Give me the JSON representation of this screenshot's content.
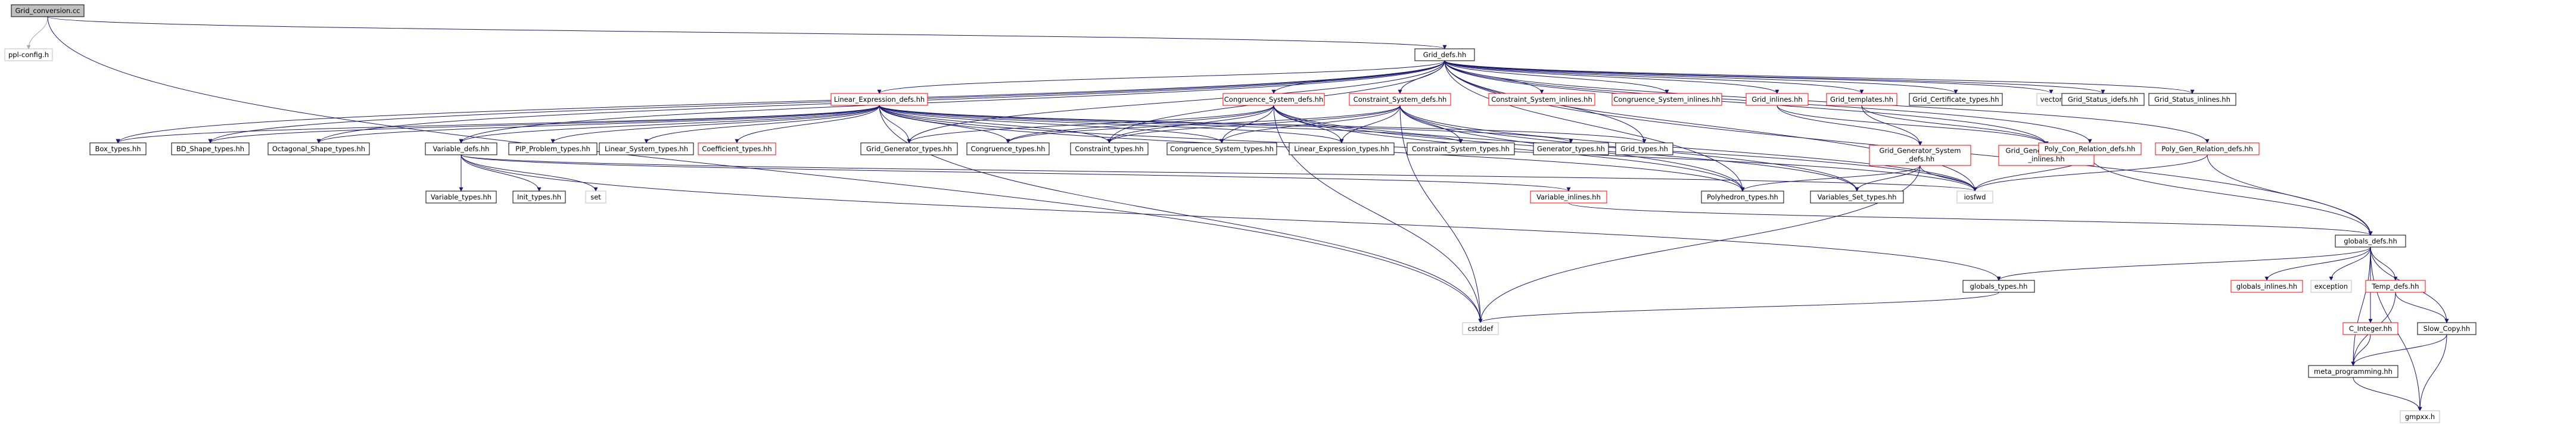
{
  "colors": {
    "edge": "#191970",
    "edge_external": "#aaaaaa",
    "node_border": "#000000",
    "node_link_border": "#ff0000",
    "node_plain_border": "#bfbfbf",
    "root_fill": "#bfbfbf",
    "node_fill": "#ffffff"
  },
  "nodes": [
    {
      "id": "grid_conversion",
      "label": "Grid_conversion.cc",
      "style": "root"
    },
    {
      "id": "ppl_config",
      "label": "ppl-config.h",
      "style": "plain"
    },
    {
      "id": "grid_defs",
      "label": "Grid_defs.hh",
      "style": "normal"
    },
    {
      "id": "linear_expression_defs",
      "label": "Linear_Expression_defs.hh",
      "style": "link"
    },
    {
      "id": "congruence_system_defs",
      "label": "Congruence_System_defs.hh",
      "style": "link"
    },
    {
      "id": "constraint_system_defs",
      "label": "Constraint_System_defs.hh",
      "style": "link"
    },
    {
      "id": "constraint_system_inlines",
      "label": "Constraint_System_inlines.hh",
      "style": "link"
    },
    {
      "id": "congruence_system_inlines",
      "label": "Congruence_System_inlines.hh",
      "style": "link"
    },
    {
      "id": "grid_inlines",
      "label": "Grid_inlines.hh",
      "style": "link"
    },
    {
      "id": "grid_templates",
      "label": "Grid_templates.hh",
      "style": "link"
    },
    {
      "id": "grid_certificate_types",
      "label": "Grid_Certificate_types.hh",
      "style": "normal"
    },
    {
      "id": "vector",
      "label": "vector",
      "style": "plain"
    },
    {
      "id": "grid_status_idefs",
      "label": "Grid_Status_idefs.hh",
      "style": "normal"
    },
    {
      "id": "grid_status_inlines",
      "label": "Grid_Status_inlines.hh",
      "style": "normal"
    },
    {
      "id": "box_types",
      "label": "Box_types.hh",
      "style": "normal"
    },
    {
      "id": "bd_shape_types",
      "label": "BD_Shape_types.hh",
      "style": "normal"
    },
    {
      "id": "octagonal_shape_types",
      "label": "Octagonal_Shape_types.hh",
      "style": "normal"
    },
    {
      "id": "variable_defs",
      "label": "Variable_defs.hh",
      "style": "normal"
    },
    {
      "id": "pip_problem_types",
      "label": "PIP_Problem_types.hh",
      "style": "normal"
    },
    {
      "id": "linear_system_types",
      "label": "Linear_System_types.hh",
      "style": "normal"
    },
    {
      "id": "coefficient_types",
      "label": "Coefficient_types.hh",
      "style": "link"
    },
    {
      "id": "grid_generator_types",
      "label": "Grid_Generator_types.hh",
      "style": "normal"
    },
    {
      "id": "congruence_types",
      "label": "Congruence_types.hh",
      "style": "normal"
    },
    {
      "id": "constraint_types",
      "label": "Constraint_types.hh",
      "style": "normal"
    },
    {
      "id": "congruence_system_types",
      "label": "Congruence_System_types.hh",
      "style": "normal"
    },
    {
      "id": "linear_expression_types",
      "label": "Linear_Expression_types.hh",
      "style": "normal"
    },
    {
      "id": "constraint_system_types",
      "label": "Constraint_System_types.hh",
      "style": "normal"
    },
    {
      "id": "generator_types",
      "label": "Generator_types.hh",
      "style": "normal"
    },
    {
      "id": "grid_types",
      "label": "Grid_types.hh",
      "style": "normal"
    },
    {
      "id": "grid_generator_system_defs",
      "label": "Grid_Generator_System_defs.hh",
      "style": "link"
    },
    {
      "id": "grid_generator_system_inlines",
      "label": "Grid_Generator_System_inlines.hh",
      "style": "link"
    },
    {
      "id": "poly_con_relation_defs",
      "label": "Poly_Con_Relation_defs.hh",
      "style": "link"
    },
    {
      "id": "poly_gen_relation_defs",
      "label": "Poly_Gen_Relation_defs.hh",
      "style": "link"
    },
    {
      "id": "variable_types",
      "label": "Variable_types.hh",
      "style": "normal"
    },
    {
      "id": "init_types",
      "label": "Init_types.hh",
      "style": "normal"
    },
    {
      "id": "set",
      "label": "set",
      "style": "plain"
    },
    {
      "id": "variable_inlines",
      "label": "Variable_inlines.hh",
      "style": "link"
    },
    {
      "id": "polyhedron_types",
      "label": "Polyhedron_types.hh",
      "style": "normal"
    },
    {
      "id": "variables_set_types",
      "label": "Variables_Set_types.hh",
      "style": "normal"
    },
    {
      "id": "iosfwd",
      "label": "iosfwd",
      "style": "plain"
    },
    {
      "id": "globals_defs",
      "label": "globals_defs.hh",
      "style": "normal"
    },
    {
      "id": "globals_inlines",
      "label": "globals_inlines.hh",
      "style": "link"
    },
    {
      "id": "exception",
      "label": "exception",
      "style": "plain"
    },
    {
      "id": "temp_defs",
      "label": "Temp_defs.hh",
      "style": "link"
    },
    {
      "id": "globals_types",
      "label": "globals_types.hh",
      "style": "normal"
    },
    {
      "id": "c_integer",
      "label": "C_Integer.hh",
      "style": "link"
    },
    {
      "id": "slow_copy",
      "label": "Slow_Copy.hh",
      "style": "normal"
    },
    {
      "id": "cstddef",
      "label": "cstddef",
      "style": "plain"
    },
    {
      "id": "meta_programming",
      "label": "meta_programming.hh",
      "style": "normal"
    },
    {
      "id": "gmpxx",
      "label": "gmpxx.h",
      "style": "plain"
    }
  ],
  "edges": [
    [
      "grid_conversion",
      "ppl_config"
    ],
    [
      "grid_conversion",
      "grid_defs"
    ],
    [
      "grid_conversion",
      "cstddef"
    ],
    [
      "grid_defs",
      "linear_expression_defs"
    ],
    [
      "grid_defs",
      "congruence_system_defs"
    ],
    [
      "grid_defs",
      "constraint_system_defs"
    ],
    [
      "grid_defs",
      "constraint_system_inlines"
    ],
    [
      "grid_defs",
      "congruence_system_inlines"
    ],
    [
      "grid_defs",
      "grid_inlines"
    ],
    [
      "grid_defs",
      "grid_templates"
    ],
    [
      "grid_defs",
      "grid_certificate_types"
    ],
    [
      "grid_defs",
      "vector"
    ],
    [
      "grid_defs",
      "grid_status_idefs"
    ],
    [
      "grid_defs",
      "grid_status_inlines"
    ],
    [
      "grid_defs",
      "box_types"
    ],
    [
      "grid_defs",
      "bd_shape_types"
    ],
    [
      "grid_defs",
      "octagonal_shape_types"
    ],
    [
      "grid_defs",
      "variable_defs"
    ],
    [
      "grid_defs",
      "grid_generator_types"
    ],
    [
      "grid_defs",
      "constraint_types"
    ],
    [
      "grid_defs",
      "grid_types"
    ],
    [
      "grid_defs",
      "polyhedron_types"
    ],
    [
      "grid_defs",
      "poly_con_relation_defs"
    ],
    [
      "grid_defs",
      "poly_gen_relation_defs"
    ],
    [
      "grid_defs",
      "globals_defs"
    ],
    [
      "grid_defs",
      "grid_generator_system_inlines"
    ],
    [
      "grid_defs",
      "iosfwd"
    ],
    [
      "linear_expression_defs",
      "box_types"
    ],
    [
      "linear_expression_defs",
      "bd_shape_types"
    ],
    [
      "linear_expression_defs",
      "octagonal_shape_types"
    ],
    [
      "linear_expression_defs",
      "variable_defs"
    ],
    [
      "linear_expression_defs",
      "pip_problem_types"
    ],
    [
      "linear_expression_defs",
      "linear_system_types"
    ],
    [
      "linear_expression_defs",
      "coefficient_types"
    ],
    [
      "linear_expression_defs",
      "grid_generator_types"
    ],
    [
      "linear_expression_defs",
      "congruence_types"
    ],
    [
      "linear_expression_defs",
      "constraint_types"
    ],
    [
      "linear_expression_defs",
      "congruence_system_types"
    ],
    [
      "linear_expression_defs",
      "linear_expression_types"
    ],
    [
      "linear_expression_defs",
      "constraint_system_types"
    ],
    [
      "linear_expression_defs",
      "generator_types"
    ],
    [
      "linear_expression_defs",
      "grid_types"
    ],
    [
      "linear_expression_defs",
      "polyhedron_types"
    ],
    [
      "linear_expression_defs",
      "iosfwd"
    ],
    [
      "linear_expression_defs",
      "cstddef"
    ],
    [
      "congruence_system_defs",
      "grid_generator_types"
    ],
    [
      "congruence_system_defs",
      "congruence_types"
    ],
    [
      "congruence_system_defs",
      "constraint_types"
    ],
    [
      "congruence_system_defs",
      "congruence_system_types"
    ],
    [
      "congruence_system_defs",
      "linear_expression_types"
    ],
    [
      "congruence_system_defs",
      "variables_set_types"
    ],
    [
      "congruence_system_defs",
      "polyhedron_types"
    ],
    [
      "congruence_system_defs",
      "iosfwd"
    ],
    [
      "congruence_system_defs",
      "cstddef"
    ],
    [
      "constraint_system_defs",
      "congruence_types"
    ],
    [
      "constraint_system_defs",
      "constraint_types"
    ],
    [
      "constraint_system_defs",
      "congruence_system_types"
    ],
    [
      "constraint_system_defs",
      "linear_expression_types"
    ],
    [
      "constraint_system_defs",
      "constraint_system_types"
    ],
    [
      "constraint_system_defs",
      "polyhedron_types"
    ],
    [
      "constraint_system_defs",
      "iosfwd"
    ],
    [
      "constraint_system_defs",
      "cstddef"
    ],
    [
      "constraint_system_defs",
      "variables_set_types"
    ],
    [
      "grid_inlines",
      "grid_generator_system_defs"
    ],
    [
      "grid_inlines",
      "grid_generator_system_inlines"
    ],
    [
      "grid_templates",
      "grid_generator_system_defs"
    ],
    [
      "grid_templates",
      "grid_generator_system_inlines"
    ],
    [
      "grid_generator_system_defs",
      "polyhedron_types"
    ],
    [
      "grid_generator_system_defs",
      "variables_set_types"
    ],
    [
      "grid_generator_system_defs",
      "iosfwd"
    ],
    [
      "grid_generator_system_defs",
      "cstddef"
    ],
    [
      "poly_con_relation_defs",
      "globals_defs"
    ],
    [
      "poly_con_relation_defs",
      "iosfwd"
    ],
    [
      "poly_gen_relation_defs",
      "globals_defs"
    ],
    [
      "poly_gen_relation_defs",
      "iosfwd"
    ],
    [
      "variable_defs",
      "variable_types"
    ],
    [
      "variable_defs",
      "init_types"
    ],
    [
      "variable_defs",
      "set"
    ],
    [
      "variable_defs",
      "variable_inlines"
    ],
    [
      "variable_defs",
      "iosfwd"
    ],
    [
      "variable_defs",
      "globals_types"
    ],
    [
      "variable_inlines",
      "globals_defs"
    ],
    [
      "globals_defs",
      "globals_types"
    ],
    [
      "globals_defs",
      "globals_inlines"
    ],
    [
      "globals_defs",
      "exception"
    ],
    [
      "globals_defs",
      "temp_defs"
    ],
    [
      "globals_defs",
      "c_integer"
    ],
    [
      "globals_defs",
      "slow_copy"
    ],
    [
      "globals_defs",
      "meta_programming"
    ],
    [
      "globals_defs",
      "gmpxx"
    ],
    [
      "globals_types",
      "cstddef"
    ],
    [
      "temp_defs",
      "slow_copy"
    ],
    [
      "temp_defs",
      "meta_programming"
    ],
    [
      "c_integer",
      "meta_programming"
    ],
    [
      "slow_copy",
      "meta_programming"
    ],
    [
      "slow_copy",
      "gmpxx"
    ],
    [
      "meta_programming",
      "gmpxx"
    ]
  ]
}
